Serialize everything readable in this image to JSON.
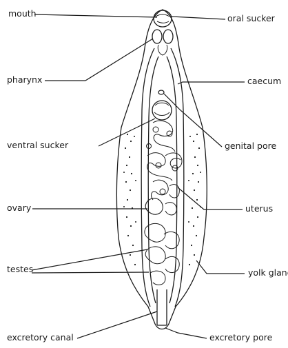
{
  "diagram": {
    "labels": {
      "mouth": "mouth",
      "oral_sucker": "oral sucker",
      "pharynx": "pharynx",
      "caecum": "caecum",
      "ventral_sucker": "ventral sucker",
      "genital_pore": "genital pore",
      "ovary": "ovary",
      "uterus": "uterus",
      "testes": "testes",
      "yolk_gland": "yolk gland",
      "excretory_canal": "excretory canal",
      "excretory_pore": "excretory pore"
    },
    "colors": {
      "ink": "#1a1a1a",
      "paper": "#ffffff"
    }
  }
}
